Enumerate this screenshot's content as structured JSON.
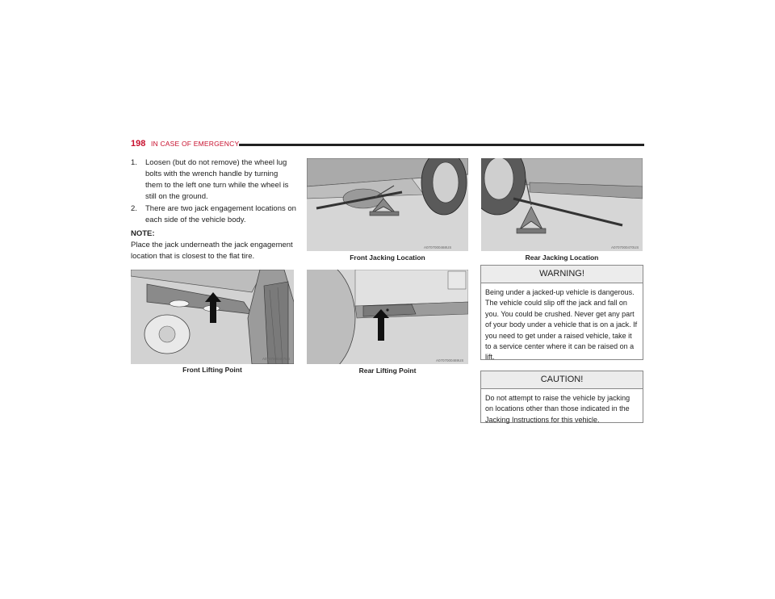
{
  "header": {
    "page_number": "198",
    "section": "IN CASE OF EMERGENCY"
  },
  "steps": [
    {
      "num": "1.",
      "text": "Loosen (but do not remove) the wheel lug bolts with the wrench handle by turning them to the left one turn while the wheel is still on the ground."
    },
    {
      "num": "2.",
      "text": "There are two jack engagement locations on each side of the vehicle body."
    }
  ],
  "note": {
    "heading": "NOTE:",
    "text": "Place the jack underneath the jack engagement location that is closest to the flat tire."
  },
  "figures": {
    "front_lifting": {
      "code": "A0707000467US",
      "caption": "Front Lifting Point"
    },
    "front_jacking": {
      "code": "A0707000468US",
      "caption": "Front Jacking Location"
    },
    "rear_lifting": {
      "code": "A0707000469US",
      "caption": "Rear Lifting Point"
    },
    "rear_jacking": {
      "code": "A0707000470US",
      "caption": "Rear Jacking Location"
    }
  },
  "warning": {
    "title": "WARNING!",
    "text": "Being under a jacked-up vehicle is dangerous. The vehicle could slip off the jack and fall on you. You could be crushed. Never get any part of your body under a vehicle that is on a jack. If you need to get under a raised vehicle, take it to a service center where it can be raised on a lift."
  },
  "caution": {
    "title": "CAUTION!",
    "text": "Do not attempt to raise the vehicle by jacking on locations other than those indicated in the Jacking Instructions for this vehicle."
  }
}
